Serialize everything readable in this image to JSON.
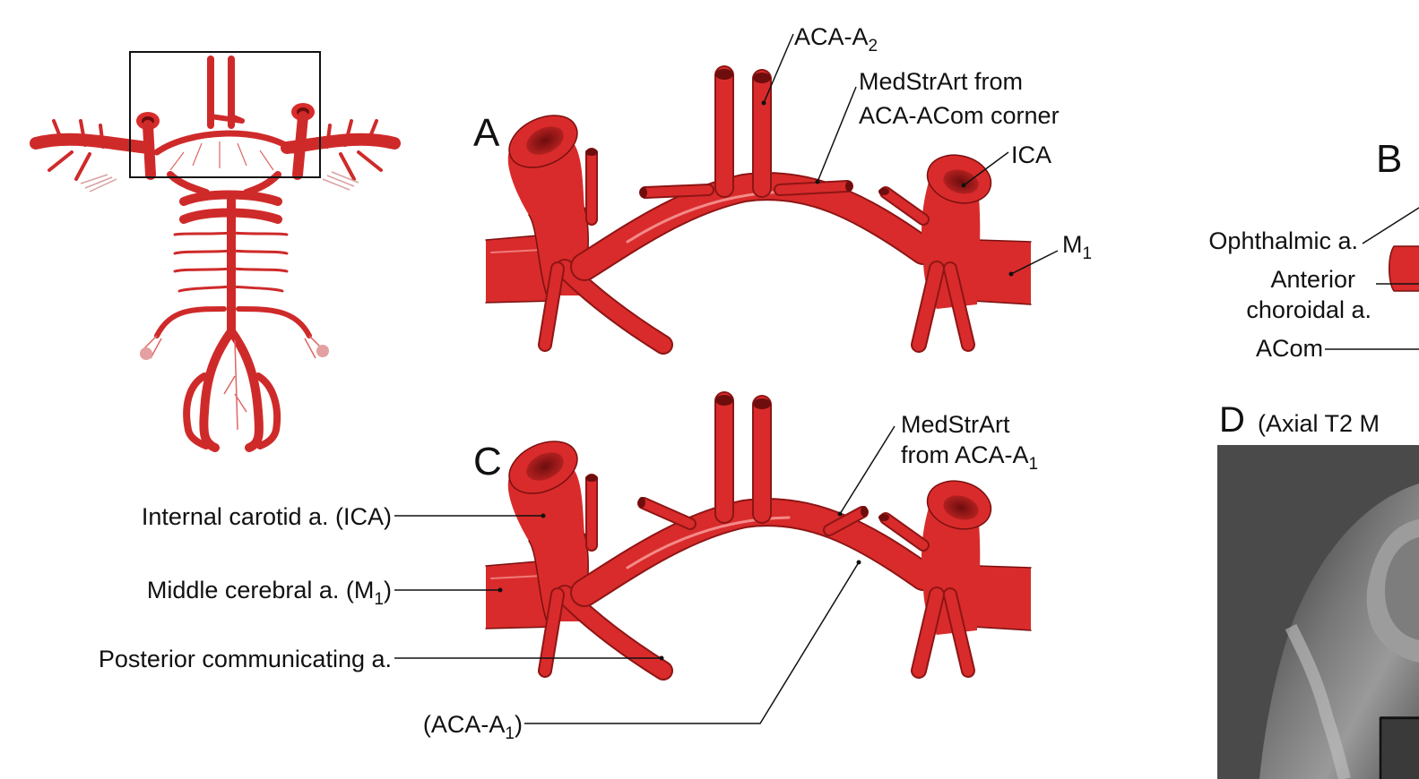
{
  "panels": {
    "a": "A",
    "b": "B",
    "c": "C",
    "d": "D",
    "d_caption": "(Axial T2 M"
  },
  "labels_a": {
    "aca_a2": "ACA-A",
    "aca_a2_sub": "2",
    "medstr_line1": "MedStrArt from",
    "medstr_line2": "ACA-ACom corner",
    "ica": "ICA",
    "m1": "M",
    "m1_sub": "1"
  },
  "labels_b": {
    "ophthalmic": "Ophthalmic a.",
    "anterior": "Anterior",
    "choroidal": "choroidal a.",
    "acom": "ACom"
  },
  "labels_c": {
    "medstr_line1": "MedStrArt",
    "medstr_line2": "from ACA-A",
    "medstr_sub": "1",
    "ica_full": "Internal carotid a. (ICA)",
    "mca_prefix": "Middle cerebral a. (M",
    "mca_sub": "1",
    "mca_suffix": ")",
    "pcom": "Posterior communicating a.",
    "aca_a1_prefix": "(ACA-A",
    "aca_a1_sub": "1",
    "aca_a1_suffix": ")"
  },
  "colors": {
    "artery": "#d92b2b",
    "artery_dark": "#8e1515",
    "artery_highlight": "#f48a8a",
    "mri_gray": "#6a6a6a"
  }
}
